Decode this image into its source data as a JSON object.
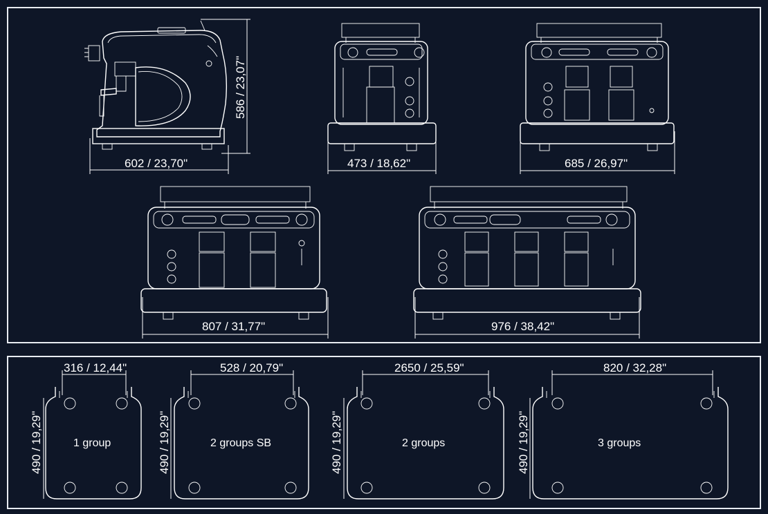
{
  "colors": {
    "background": "#0e1627",
    "line": "#ffffff",
    "frame": "#e8ecf2"
  },
  "machines": {
    "side": {
      "width_dim": "602 / 23,70\"",
      "height_dim": "586 / 23,07\""
    },
    "front_1group": {
      "width_dim": "473 / 18,62\""
    },
    "front_2groups_sb": {
      "width_dim": "685 / 26,97\""
    },
    "front_2groups": {
      "width_dim": "807 / 31,77\""
    },
    "front_3groups": {
      "width_dim": "976 / 38,42\""
    }
  },
  "footprints": [
    {
      "label": "1 group",
      "width_dim": "316 / 12,44\"",
      "depth_dim": "490 / 19,29\""
    },
    {
      "label": "2 groups SB",
      "width_dim": "528  / 20,79\"",
      "depth_dim": "490 / 19,29\""
    },
    {
      "label": "2 groups",
      "width_dim": "2650 / 25,59\"",
      "depth_dim": "490 / 19,29\""
    },
    {
      "label": "3 groups",
      "width_dim": "820 / 32,28\"",
      "depth_dim": "490 / 19,29\""
    }
  ]
}
